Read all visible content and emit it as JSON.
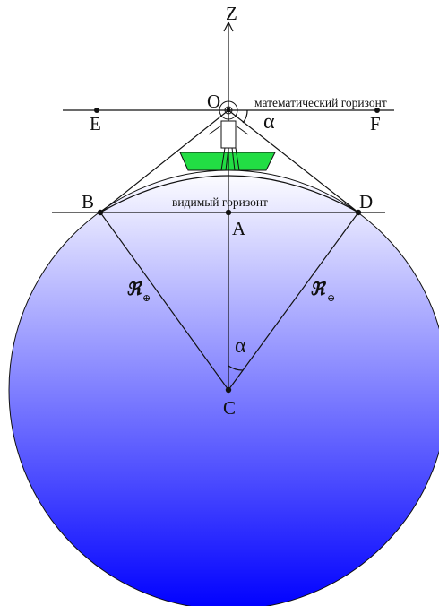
{
  "axis_label": "Z",
  "points": {
    "O": "O",
    "E": "E",
    "F": "F",
    "B": "B",
    "D": "D",
    "A": "A",
    "C": "C"
  },
  "labels": {
    "math_horizon": "математический горизонт",
    "visible_horizon": "видимый горизонт",
    "alpha_top": "α",
    "alpha_center": "α",
    "radius_left": "ℜ",
    "radius_right": "ℜ",
    "earth_symbol_left": "⊕",
    "earth_symbol_right": "⊕"
  },
  "colors": {
    "earth_top": "#ffffff",
    "earth_bottom": "#0000ff",
    "ground_patch": "#22dd44"
  }
}
